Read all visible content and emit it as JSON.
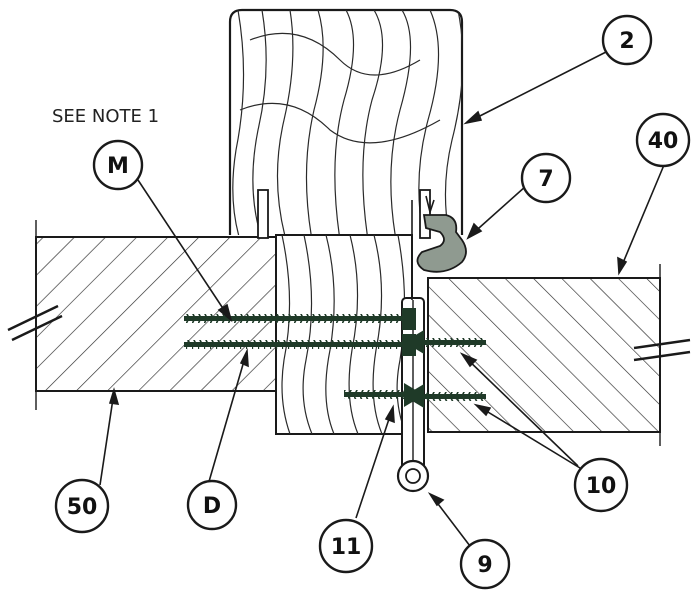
{
  "note": "SEE NOTE 1",
  "callouts": {
    "c2": "2",
    "c7": "7",
    "c40": "40",
    "cM": "M",
    "c50": "50",
    "cD": "D",
    "c11": "11",
    "c9": "9",
    "c10": "10"
  },
  "colors": {
    "line": "#1a1a1a",
    "hatch": "#2a2a2a",
    "screw": "#1f3a28",
    "seal": "#8f9a90"
  }
}
